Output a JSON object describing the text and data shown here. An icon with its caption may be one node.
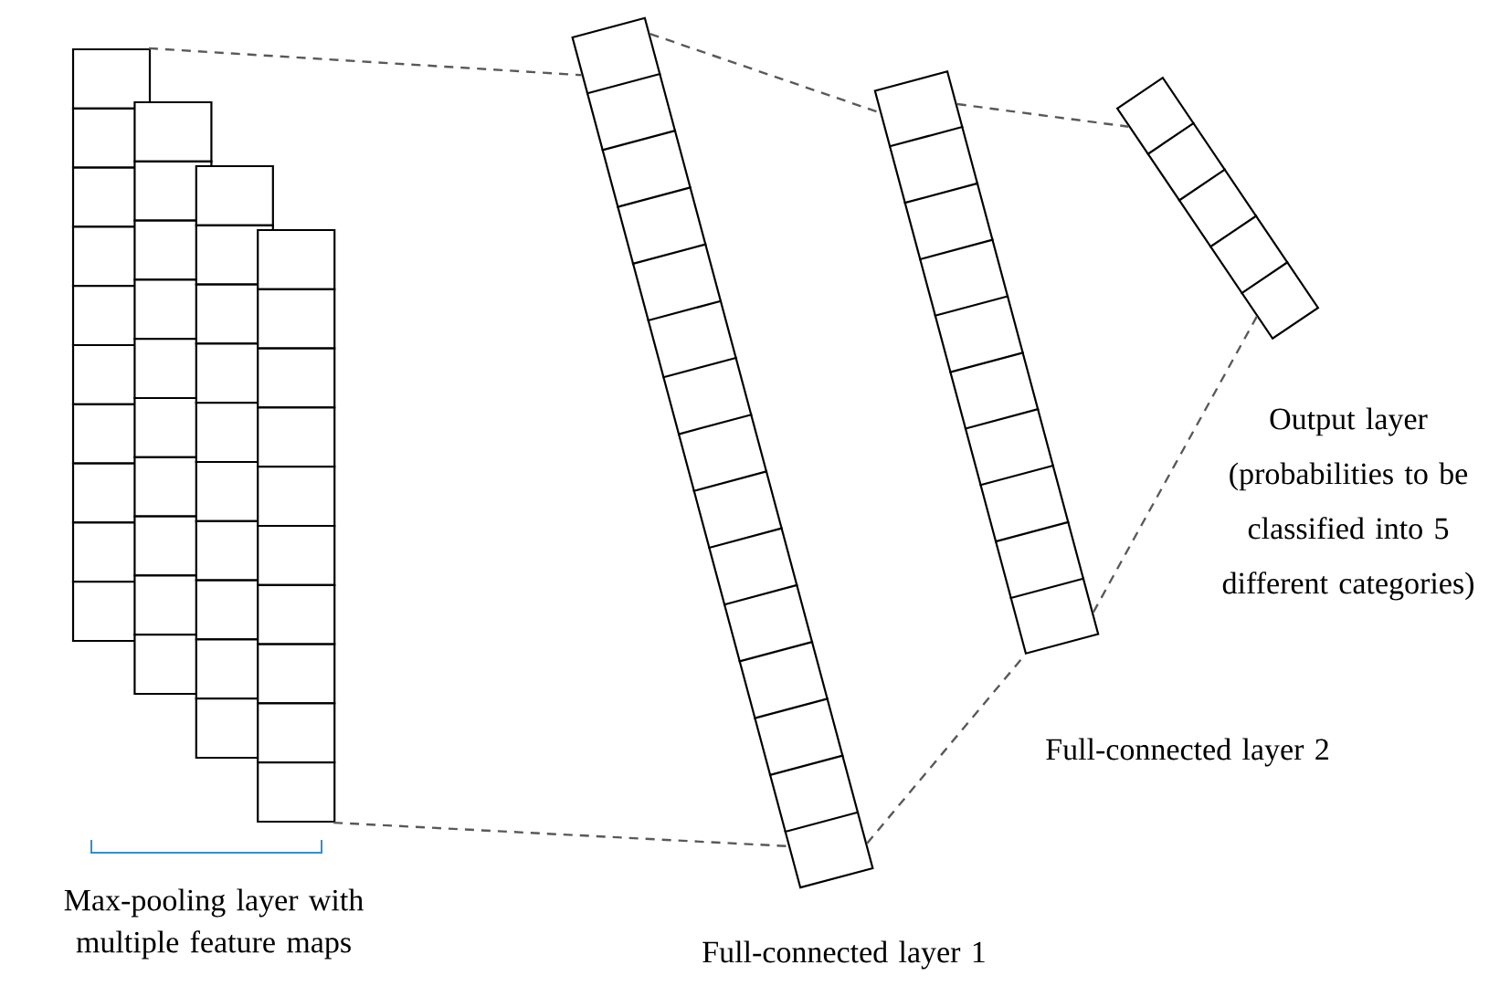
{
  "diagram": {
    "nodes": [
      {
        "text": [
          "Max-pooling layer with multiple feature maps"
        ]
      },
      {
        "text": [
          "Full-connected layer 1"
        ]
      },
      {
        "text": [
          "Full-connected layer 2"
        ]
      },
      {
        "text": [
          "Output layer (probabilities to be classified into 5 different categories)"
        ]
      }
    ],
    "edges": [
      {
        "from": 0,
        "to": 1,
        "arrow": "none",
        "style": "dashed"
      },
      {
        "from": 0,
        "to": 1,
        "arrow": "none",
        "style": "dashed"
      },
      {
        "from": 1,
        "to": 2,
        "arrow": "none",
        "style": "dashed"
      },
      {
        "from": 1,
        "to": 2,
        "arrow": "none",
        "style": "dashed"
      },
      {
        "from": 2,
        "to": 3,
        "arrow": "none",
        "style": "dashed"
      },
      {
        "from": 2,
        "to": 3,
        "arrow": "none",
        "style": "dashed"
      }
    ]
  }
}
